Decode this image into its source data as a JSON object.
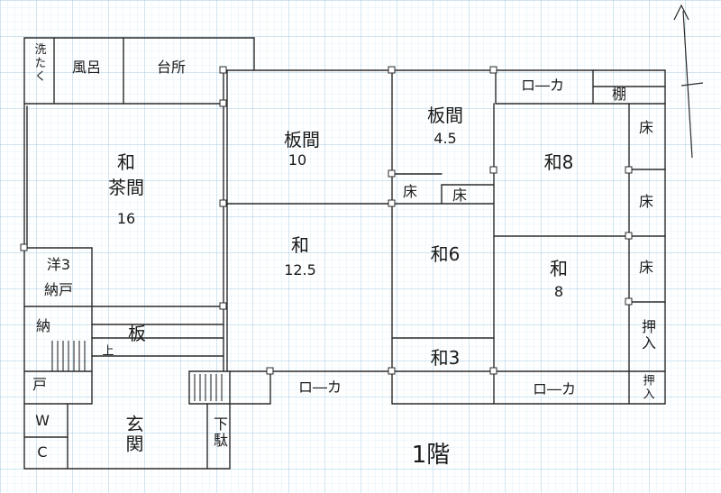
{
  "floor_label": "1階",
  "rooms": {
    "washroom": "洗たく",
    "bath": "風呂",
    "kitchen": "台所",
    "tea_room_name": "和",
    "tea_room_sub": "茶間",
    "tea_room_size": "16",
    "wood_room_name": "板間",
    "wood_room_size": "10",
    "wood_room2_name": "板間",
    "wood_room2_size": "4.5",
    "corridor_top": "ロ―カ",
    "shelf": "棚",
    "japanese_8a": "和8",
    "alcove_right_1": "床",
    "alcove_right_2": "床",
    "alcove_right_3": "床",
    "japanese_125_name": "和",
    "japanese_125_size": "12.5",
    "alcove_mid_1": "床",
    "alcove_mid_2": "床",
    "japanese_6": "和6",
    "japanese_8b_name": "和",
    "japanese_8b_size": "8",
    "western_3": "洋3",
    "storage_closet": "納戸",
    "storage": "納",
    "wood_hall": "板",
    "stairs_up": "上",
    "door": "戸",
    "japanese_3": "和3",
    "corridor_bottom_1": "ロ―カ",
    "corridor_bottom_2": "ロ―カ",
    "closet_1": "押入",
    "closet_2": "押入",
    "wc_w": "W",
    "wc_c": "C",
    "entrance": "玄関",
    "shoe_box": "下駄"
  }
}
